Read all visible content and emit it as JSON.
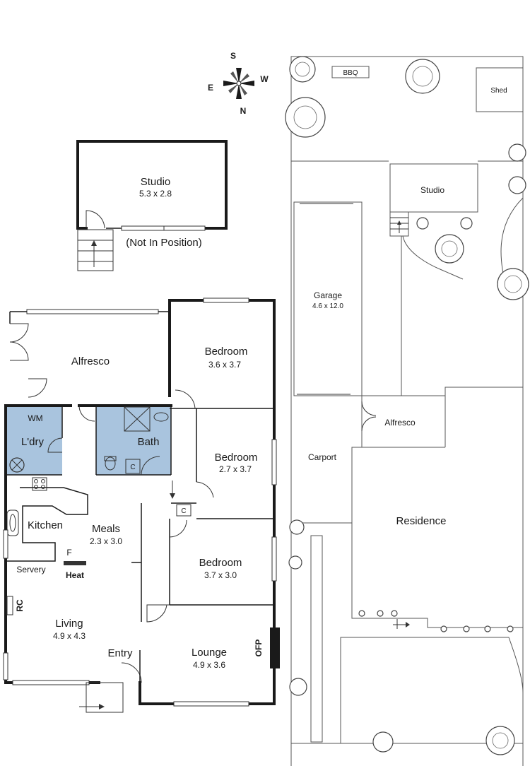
{
  "compass": {
    "north": "N",
    "south": "S",
    "east": "E",
    "west": "W"
  },
  "studio": {
    "name": "Studio",
    "size": "5.3 x 2.8",
    "note": "(Not In Position)"
  },
  "rooms": {
    "alfresco": {
      "name": "Alfresco"
    },
    "bedroom1": {
      "name": "Bedroom",
      "size": "3.6 x 3.7"
    },
    "bedroom2": {
      "name": "Bedroom",
      "size": "2.7 x 3.7"
    },
    "bedroom3": {
      "name": "Bedroom",
      "size": "3.7 x 3.0"
    },
    "laundry": {
      "name": "L'dry"
    },
    "bath": {
      "name": "Bath"
    },
    "kitchen": {
      "name": "Kitchen"
    },
    "meals": {
      "name": "Meals",
      "size": "2.3 x 3.0"
    },
    "living": {
      "name": "Living",
      "size": "4.9 x 4.3"
    },
    "lounge": {
      "name": "Lounge",
      "size": "4.9 x 3.6"
    },
    "entry": {
      "name": "Entry"
    },
    "servery": {
      "name": "Servery"
    }
  },
  "fixtures": {
    "wm": "WM",
    "c1": "C",
    "c2": "C",
    "f": "F",
    "heat": "Heat",
    "rc": "RC",
    "ofp": "OFP"
  },
  "site": {
    "bbq": "BBQ",
    "shed": "Shed",
    "studio": "Studio",
    "garage": {
      "name": "Garage",
      "size": "4.6 x 12.0"
    },
    "alfresco": "Alfresco",
    "carport": "Carport",
    "residence": "Residence"
  },
  "colors": {
    "wet_area": "#a9c4de",
    "wall": "#1a1a1a"
  }
}
